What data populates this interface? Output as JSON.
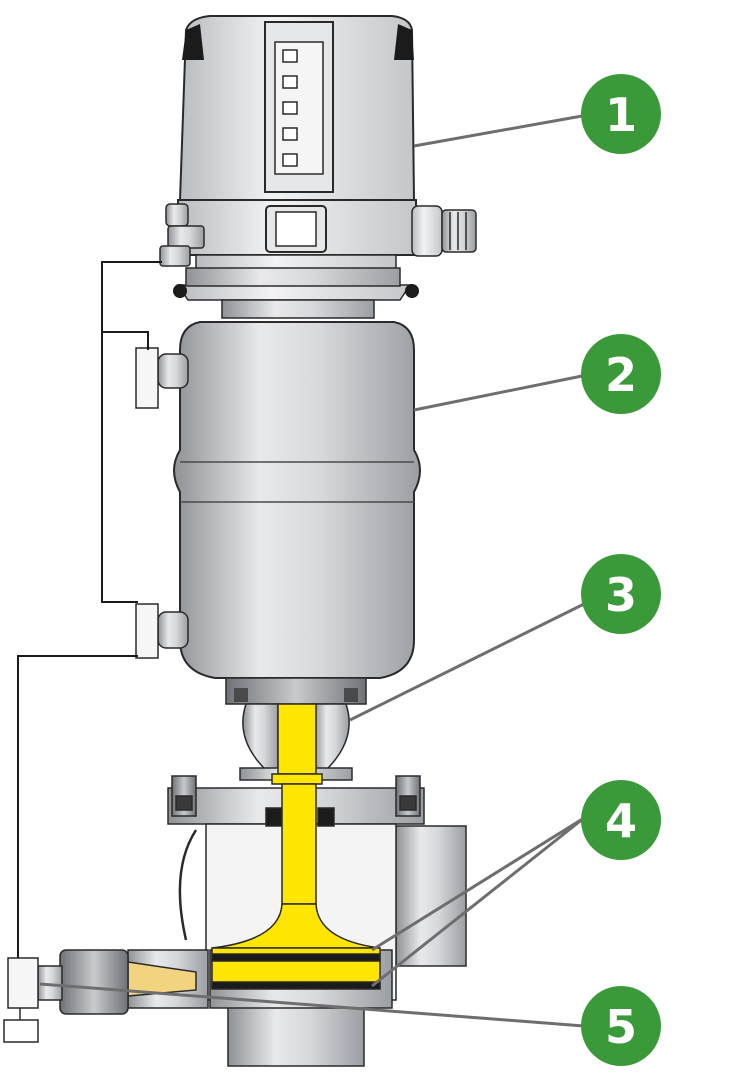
{
  "figure": {
    "colors": {
      "badge_green": "#3a9a3a",
      "stem_yellow": "#ffe600",
      "line": "#6e6e6e",
      "metal": "#c9cbce",
      "outline": "#2a2a2a"
    },
    "callouts": [
      {
        "number": "1",
        "label_icon": "control-head"
      },
      {
        "number": "2",
        "label_icon": "actuator"
      },
      {
        "number": "3",
        "label_icon": "valve-stem"
      },
      {
        "number": "4",
        "label_icon": "seal-rings"
      },
      {
        "number": "5",
        "label_icon": "leakage-outlet"
      }
    ]
  }
}
